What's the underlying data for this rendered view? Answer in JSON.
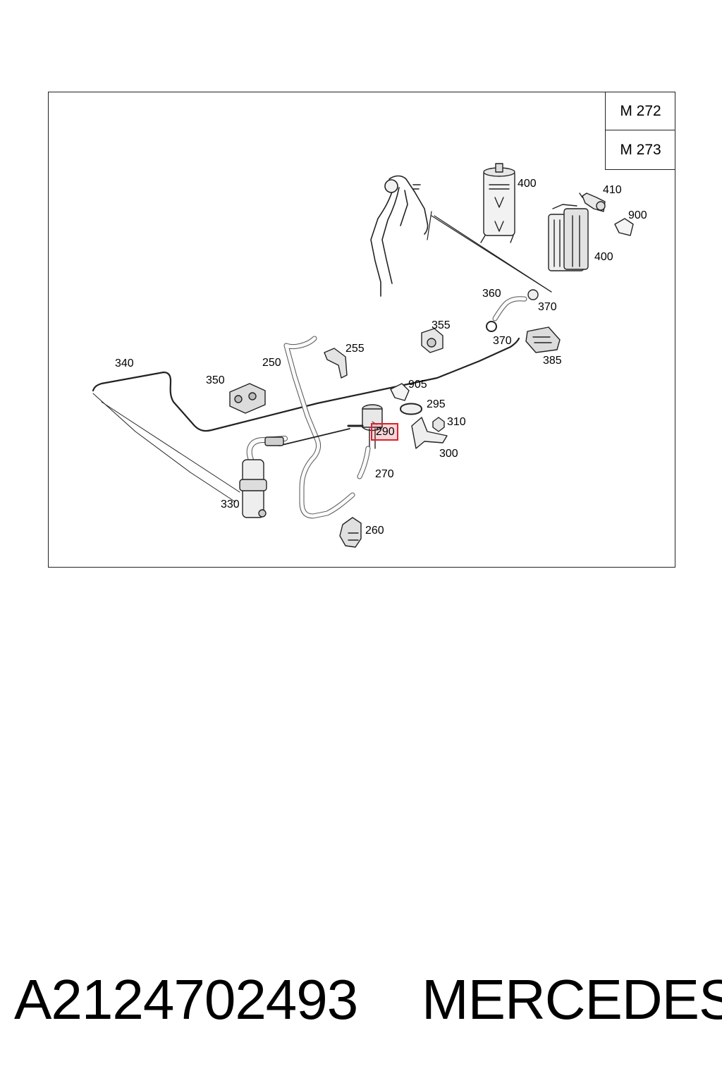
{
  "engines": [
    "M 272",
    "M 273"
  ],
  "callouts": {
    "c400a": "400",
    "c400b": "400",
    "c410": "410",
    "c900": "900",
    "c360": "360",
    "c370a": "370",
    "c370b": "370",
    "c355": "355",
    "c385": "385",
    "c340": "340",
    "c250": "250",
    "c255": "255",
    "c350": "350",
    "c905": "905",
    "c295": "295",
    "c310": "310",
    "c290": "290",
    "c300": "300",
    "c270": "270",
    "c330": "330",
    "c260": "260"
  },
  "highlighted_callout": "290",
  "colors": {
    "highlight": "#e0202a",
    "line": "#222222"
  },
  "footer": {
    "part_number": "A2124702493",
    "brand": "MERCEDES"
  }
}
